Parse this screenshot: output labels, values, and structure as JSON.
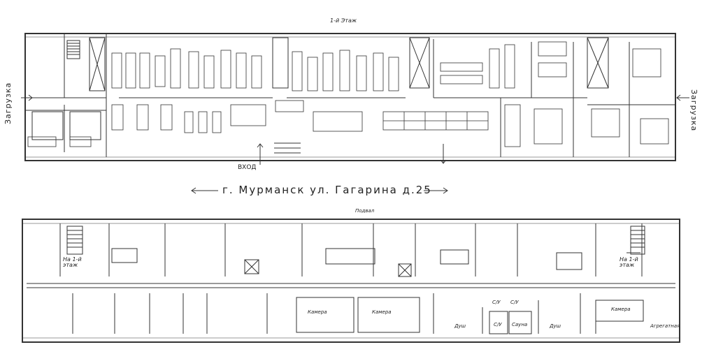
{
  "floor1": {
    "title": "1-й Этаж",
    "loading_left": "Загрузка",
    "loading_right": "Загрузка",
    "entrance": "ВХОД"
  },
  "address": "г. Мурманск ул. Гагарина д.25",
  "basement": {
    "title": "Подвал",
    "stairs_left": "На 1-й этаж",
    "stairs_right": "На 1-й этаж",
    "rooms": {
      "camera_1": "Камера",
      "camera_2": "Камера",
      "camera_3": "Камера",
      "shower_1": "Душ",
      "shower_2": "Душ",
      "wc_1": "С/У",
      "wc_2": "С/У",
      "wc_3": "С/У",
      "sauna": "Сауна",
      "aggregate": "Агрегатная"
    }
  }
}
